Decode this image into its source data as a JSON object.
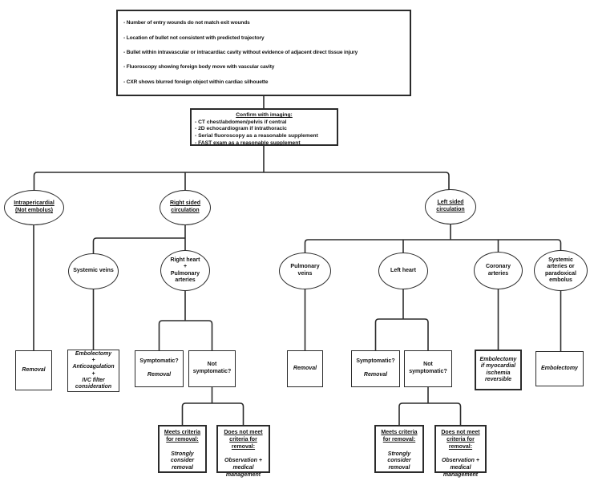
{
  "colors": {
    "line": "#2b2b2b",
    "background": "#ffffff",
    "text": "#111111"
  },
  "criteria_box": {
    "items": [
      "- Number of entry wounds do not match exit wounds",
      "- Location of bullet not consistent with predicted trajectory",
      "- Bullet within intravascular or intracardiac cavity without evidence of adjacent direct tissue injury",
      "- Fluoroscopy showing foreign body move with vascular cavity",
      "- CXR shows blurred foreign object within cardiac silhouette"
    ]
  },
  "imaging_box": {
    "title": "Confirm with imaging:",
    "items": [
      "- CT chest/abdomen/pelvis if central",
      "- 2D echocardiogram if intrathoracic",
      "- Serial fluoroscopy as a reasonable supplement",
      "- FAST exam as a reasonable supplement"
    ]
  },
  "level1": {
    "intrapericardial": "Intrapericardial\n(Not embolus)",
    "right_sided": "Right sided\ncirculation",
    "left_sided": "Left sided\ncirculation"
  },
  "level2": {
    "systemic_veins": "Systemic veins",
    "right_heart": "Right heart\n+\nPulmonary\narteries",
    "pulmonary_veins": "Pulmonary\nveins",
    "left_heart": "Left heart",
    "coronary_arteries": "Coronary\narteries",
    "systemic_arteries": "Systemic\narteries or\nparadoxical\nembolus"
  },
  "outcomes": {
    "removal": "Removal",
    "systemic_veins_plan": "Embolectomy\n+\nAnticoagulation\n+\nIVC filter\nconsideration",
    "symptomatic_question": "Symptomatic?",
    "symptomatic_action": "Removal",
    "not_symptomatic_question": "Not\nsymptomatic?",
    "coronary_plan": "Embolectomy\nif myocardial\nischemia\nreversible",
    "embolectomy": "Embolectomy",
    "meets_criteria": {
      "header": "Meets criteria\nfor removal:",
      "action": "Strongly\nconsider\nremoval"
    },
    "does_not_meet": {
      "header": "Does not meet\ncriteria for\nremoval:",
      "action": "Observation +\nmedical\nmanagement"
    }
  }
}
